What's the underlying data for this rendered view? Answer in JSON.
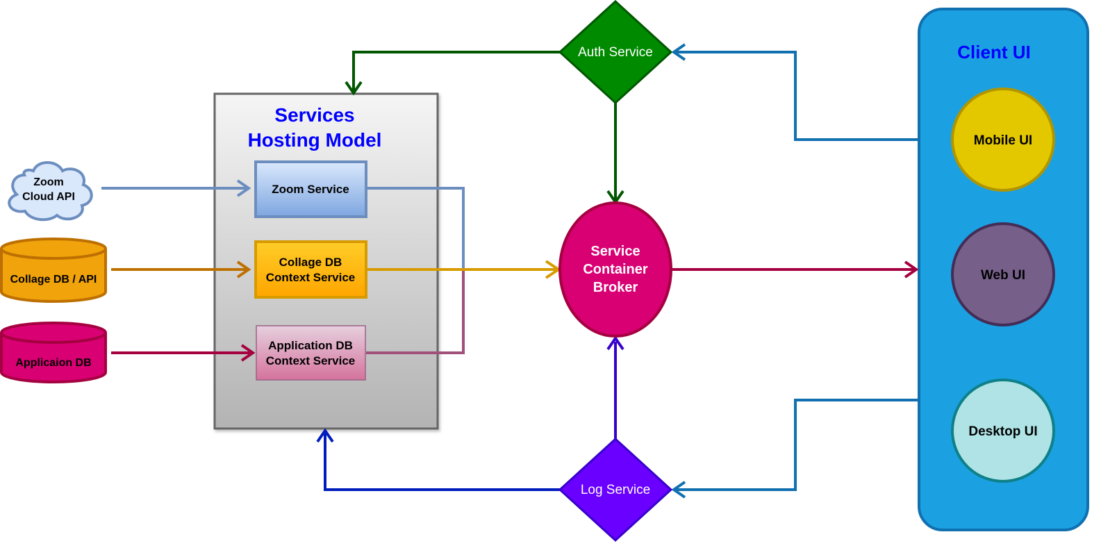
{
  "hosting_model": {
    "title_line1": "Services",
    "title_line2": "Hosting Model"
  },
  "sources": {
    "zoom_cloud": {
      "line1": "Zoom",
      "line2": "Cloud API"
    },
    "collage_db": {
      "label": "Collage DB / API"
    },
    "application_db": {
      "label": "Applicaion DB"
    }
  },
  "services": {
    "zoom": {
      "label": "Zoom Service"
    },
    "collage": {
      "line1": "Collage DB",
      "line2": "Context Service"
    },
    "application": {
      "line1": "Application DB",
      "line2": "Context Service"
    }
  },
  "auth_service": {
    "label": "Auth Service"
  },
  "log_service": {
    "label": "Log Service"
  },
  "broker": {
    "line1": "Service",
    "line2": "Container",
    "line3": "Broker"
  },
  "client_ui": {
    "title": "Client UI",
    "mobile": "Mobile UI",
    "web": "Web UI",
    "desktop": "Desktop UI"
  },
  "colors": {
    "zoom_flow": "#6c8ebf",
    "collage_flow": "#d79b00",
    "application_flow": "#a50040",
    "auth_flow": "#005700",
    "log_flow": "#001dbc",
    "client_flow": "#1070b0",
    "client_panel": "#1ba1e2",
    "client_title": "#0000ff",
    "hosting_title": "#0000ff"
  }
}
